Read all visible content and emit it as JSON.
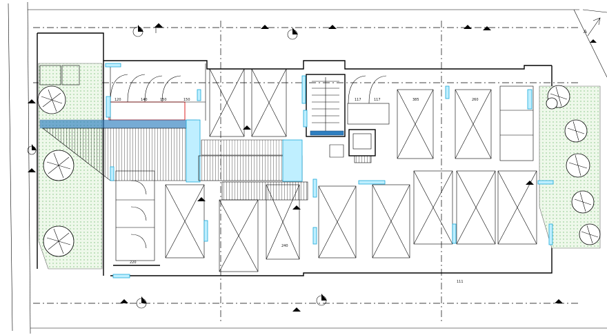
{
  "colors": {
    "ink": "#000000",
    "accent_cyan": "#1aa7d8",
    "ramp_blue": "#2e7fc0",
    "planting_green": "#7cc07c",
    "warning_red": "#dd2222"
  },
  "room_labels": {
    "w1": "120",
    "w2": "140",
    "w3": "150",
    "w4": "150",
    "w5": "117",
    "w6": "117",
    "d1": "385",
    "d2": "260",
    "d3": "220",
    "d4": "240",
    "d5": "111"
  },
  "north_arrow": {
    "letter": "A"
  },
  "icons": [
    "section-marker-icon",
    "level-marker-icon",
    "tree-icon",
    "north-arrow-icon",
    "elevator-icon",
    "stair-icon"
  ]
}
